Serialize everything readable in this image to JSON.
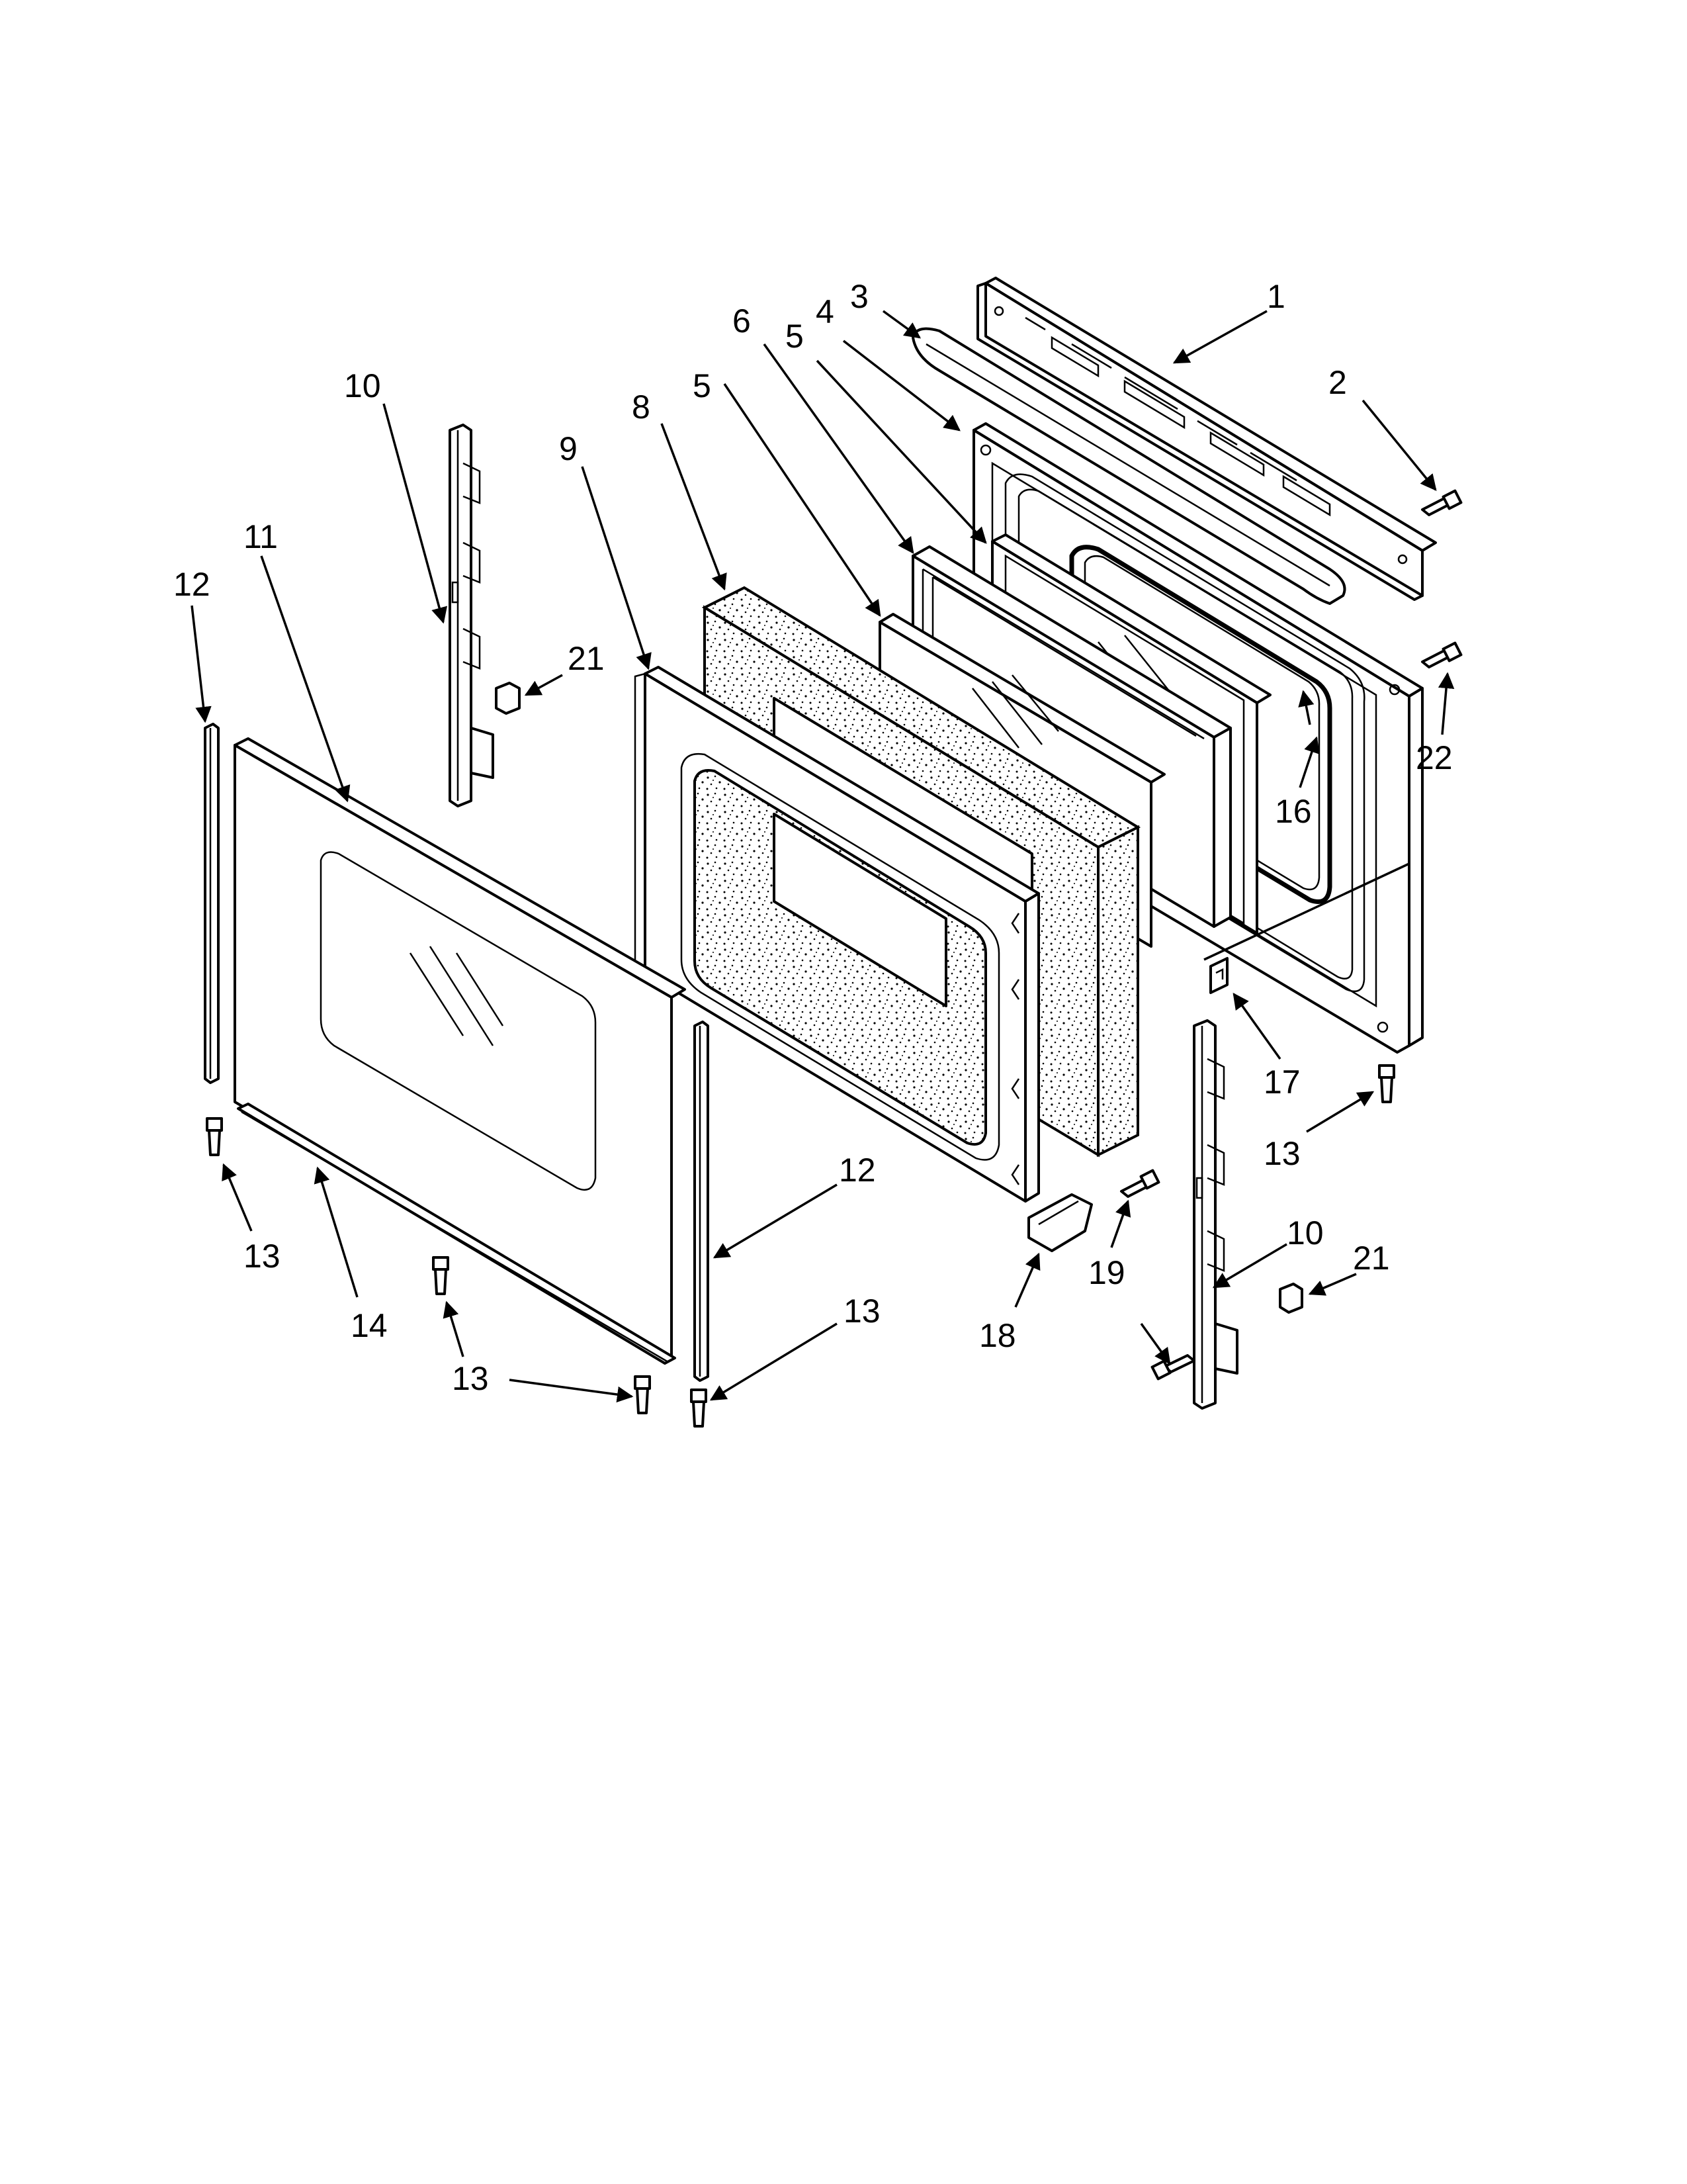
{
  "callouts": {
    "c1": "1",
    "c2": "2",
    "c3": "3",
    "c4": "4",
    "c5a": "5",
    "c5b": "5",
    "c6": "6",
    "c8": "8",
    "c9": "9",
    "c10a": "10",
    "c10b": "10",
    "c11": "11",
    "c12a": "12",
    "c12b": "12",
    "c13a": "13",
    "c13b": "13",
    "c13c": "13",
    "c13d": "13",
    "c14": "14",
    "c16": "16",
    "c17": "17",
    "c18": "18",
    "c19": "19",
    "c21a": "21",
    "c21b": "21",
    "c22": "22"
  }
}
